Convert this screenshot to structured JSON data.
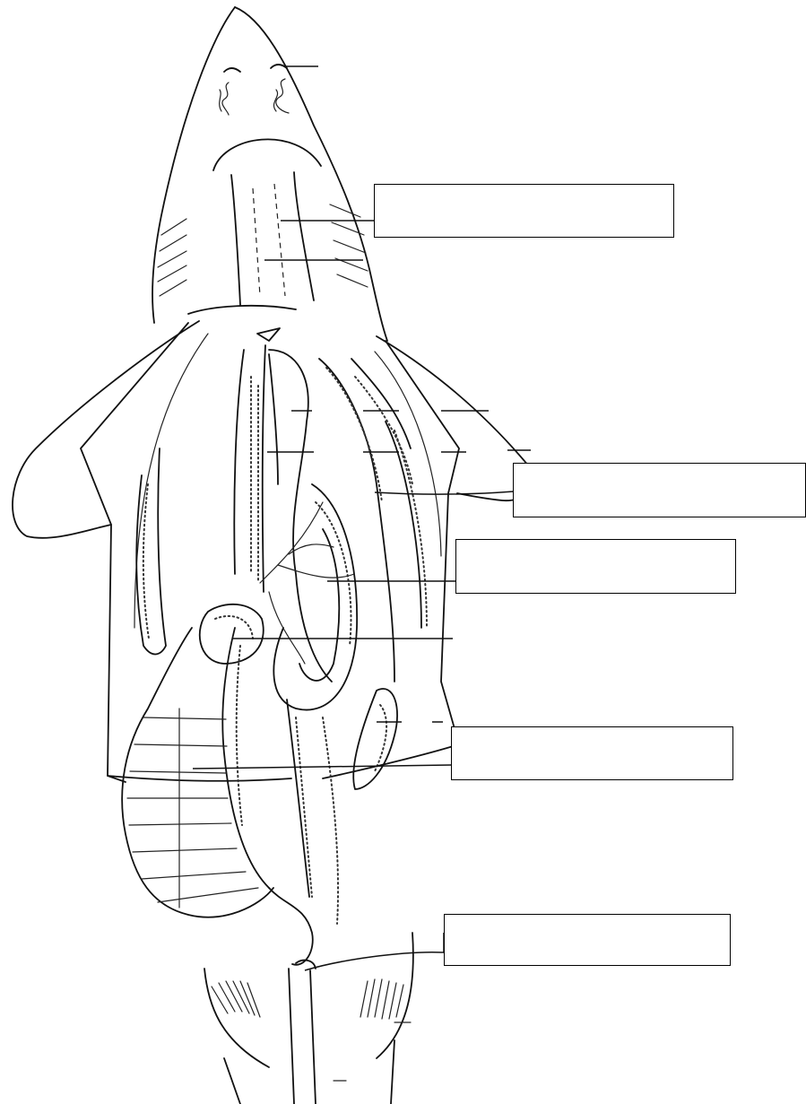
{
  "figure": {
    "label_boxes": [
      {
        "id": "box-1",
        "text": ""
      },
      {
        "id": "box-2",
        "text": ""
      },
      {
        "id": "box-3",
        "text": ""
      },
      {
        "id": "box-4",
        "text": ""
      },
      {
        "id": "box-5",
        "text": ""
      }
    ]
  }
}
